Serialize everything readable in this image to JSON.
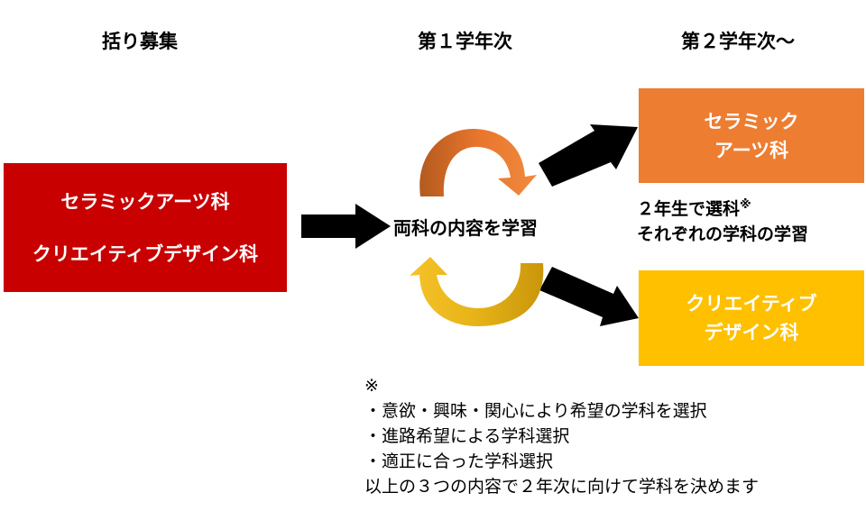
{
  "headers": {
    "col1": "括り募集",
    "col2": "第１学年次",
    "col3": "第２学年次～"
  },
  "left_box": {
    "line1": "セラミックアーツ科",
    "line2": "クリエイティブデザイン科"
  },
  "middle_label": "両科の内容を学習",
  "ceramic_box": {
    "line1": "セラミック",
    "line2": "アーツ科"
  },
  "creative_box": {
    "line1": "クリエイティブ",
    "line2": "デザイン科"
  },
  "choice": {
    "line1": "２年生で選科",
    "mark": "※",
    "line2": "それぞれの学科の学習"
  },
  "note": {
    "mark": "※",
    "items": [
      "・意欲・興味・関心により希望の学科を選択",
      "・進路希望による学科選択",
      "・適正に合った学科選択"
    ],
    "summary": "以上の３つの内容で２年次に向けて学科を決めます"
  },
  "colors": {
    "left_box": "#c80000",
    "ceramic_box": "#ed7d31",
    "creative_box": "#ffc000",
    "cycle_orange": "#e8762c",
    "cycle_yellow": "#e6b317"
  }
}
